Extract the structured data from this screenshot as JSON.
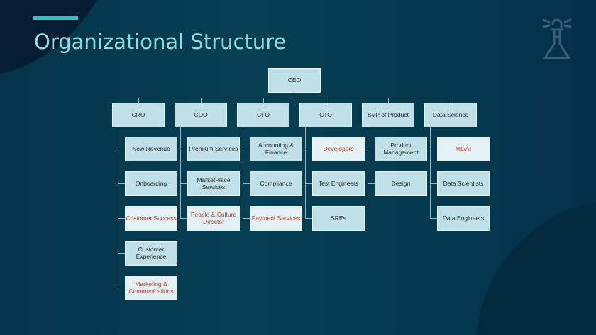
{
  "title": "Organizational Structure",
  "logo": "lighthouse-flask-icon",
  "ceo": "CEO",
  "departments": [
    {
      "label": "CRO",
      "children": [
        {
          "label": "New Revenue",
          "hl": false
        },
        {
          "label": "Onboarding",
          "hl": false
        },
        {
          "label": "Customer Success",
          "hl": true
        },
        {
          "label": "Customer Experience",
          "hl": false
        },
        {
          "label": "Marketing & Communications",
          "hl": true
        }
      ]
    },
    {
      "label": "COO",
      "children": [
        {
          "label": "Premium Services",
          "hl": false
        },
        {
          "label": "MarketPlace Services",
          "hl": false
        },
        {
          "label": "People & Culture Director",
          "hl": true
        }
      ]
    },
    {
      "label": "CFO",
      "children": [
        {
          "label": "Accounting & Finance",
          "hl": false
        },
        {
          "label": "Compliance",
          "hl": false
        },
        {
          "label": "Payment Services",
          "hl": true
        }
      ]
    },
    {
      "label": "CTO",
      "children": [
        {
          "label": "Developers",
          "hl": true
        },
        {
          "label": "Test Engineers",
          "hl": false
        },
        {
          "label": "SREs",
          "hl": false
        }
      ]
    },
    {
      "label": "SVP of Product",
      "children": [
        {
          "label": "Product Management",
          "hl": false
        },
        {
          "label": "Design",
          "hl": false
        }
      ]
    },
    {
      "label": "Data Science",
      "children": [
        {
          "label": "ML/AI",
          "hl": true
        },
        {
          "label": "Data Scientists",
          "hl": false
        },
        {
          "label": "Data Engineers",
          "hl": false
        }
      ]
    }
  ]
}
